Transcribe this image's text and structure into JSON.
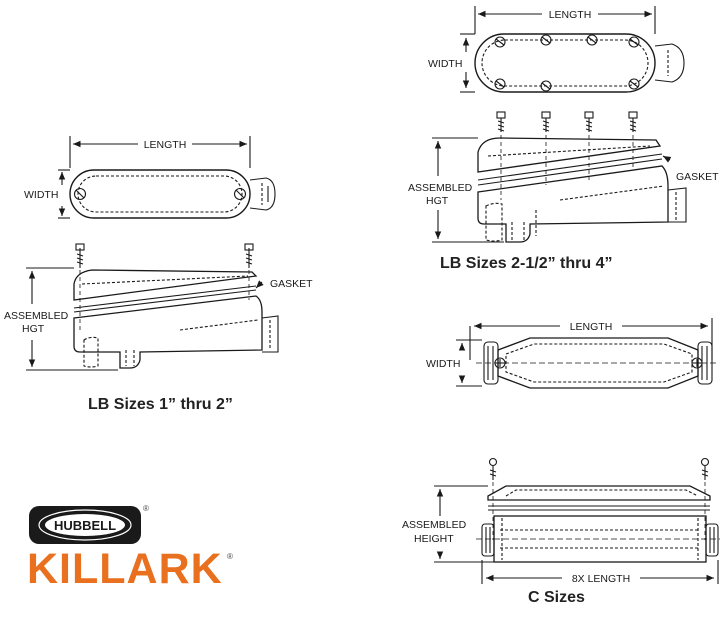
{
  "labels": {
    "length": "LENGTH",
    "width": "WIDTH",
    "assembled": "ASSEMBLED",
    "hgt": "HGT",
    "height": "HEIGHT",
    "gasket": "GASKET",
    "length_8x": "8X LENGTH"
  },
  "captions": {
    "lb_small": "LB Sizes 1” thru 2”",
    "lb_large": "LB Sizes 2-1/2” thru 4”",
    "c_sizes": "C Sizes"
  },
  "logo": {
    "brand": "KILLARK",
    "parent": "HUBBELL",
    "registered": "®",
    "brand_color": "#E8701E",
    "badge_color": "#1A1A1A"
  }
}
